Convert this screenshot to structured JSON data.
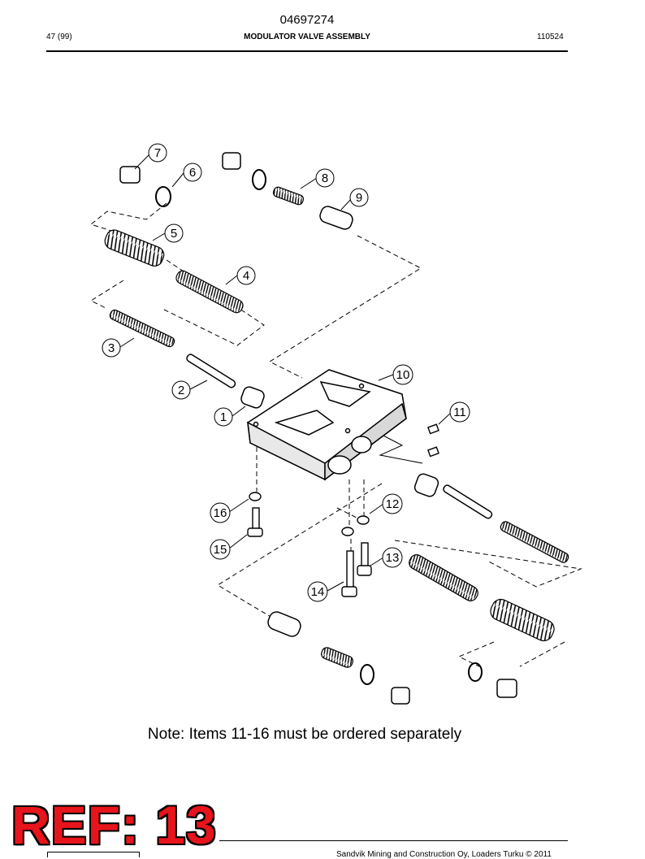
{
  "header": {
    "doc_number": "04697274",
    "page_ref": "47 (99)",
    "section_title": "MODULATOR VALVE ASSEMBLY",
    "date_code": "110524"
  },
  "diagram": {
    "callouts": [
      "1",
      "2",
      "3",
      "4",
      "5",
      "6",
      "7",
      "8",
      "9",
      "10",
      "11",
      "12",
      "13",
      "14",
      "15",
      "16"
    ]
  },
  "note": "Note: Items 11-16 must be ordered separately",
  "stamp": "REF: 13",
  "footer": {
    "text": "Sandvik Mining and Construction Oy, Loaders Turku © 2011"
  }
}
